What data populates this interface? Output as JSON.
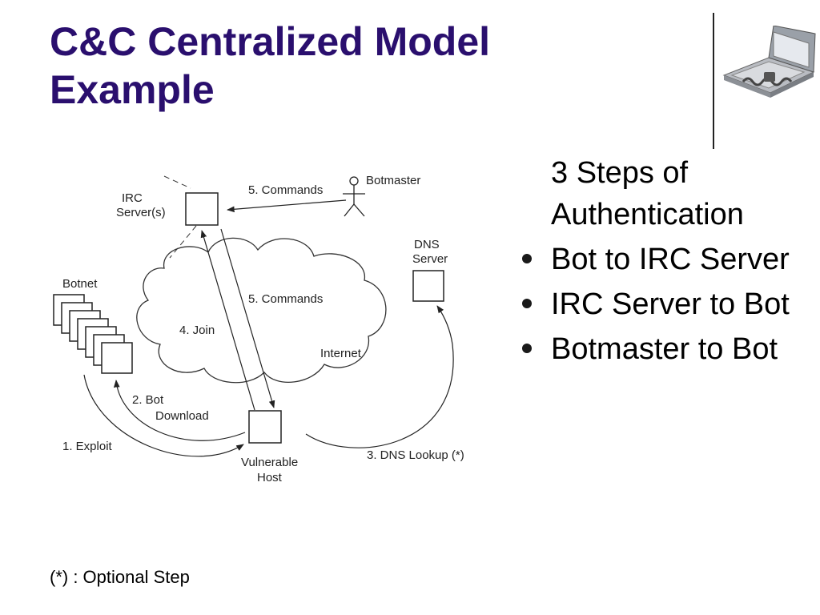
{
  "slide": {
    "title_line1": "C&C Centralized Model",
    "title_line2": "Example",
    "lead": "3 Steps of Authentication",
    "bullets": [
      "Bot to IRC Server",
      "IRC Server to Bot",
      "Botmaster to Bot"
    ],
    "footnote": "(*) : Optional Step",
    "title_color": "#2a0f6e"
  },
  "diagram": {
    "irc_server": [
      "IRC",
      "Server(s)"
    ],
    "botmaster": "Botmaster",
    "dns_server": [
      "DNS",
      "Server"
    ],
    "botnet": "Botnet",
    "internet": "Internet",
    "vulnerable_host": [
      "Vulnerable",
      "Host"
    ],
    "commands_top": "5. Commands",
    "commands_cloud": "5. Commands",
    "join": "4. Join",
    "bot_download": [
      "2. Bot",
      "Download"
    ],
    "exploit": "1. Exploit",
    "dns_lookup": "3. DNS Lookup (*)"
  },
  "icons": {
    "logo": "laptop-chained-icon"
  }
}
